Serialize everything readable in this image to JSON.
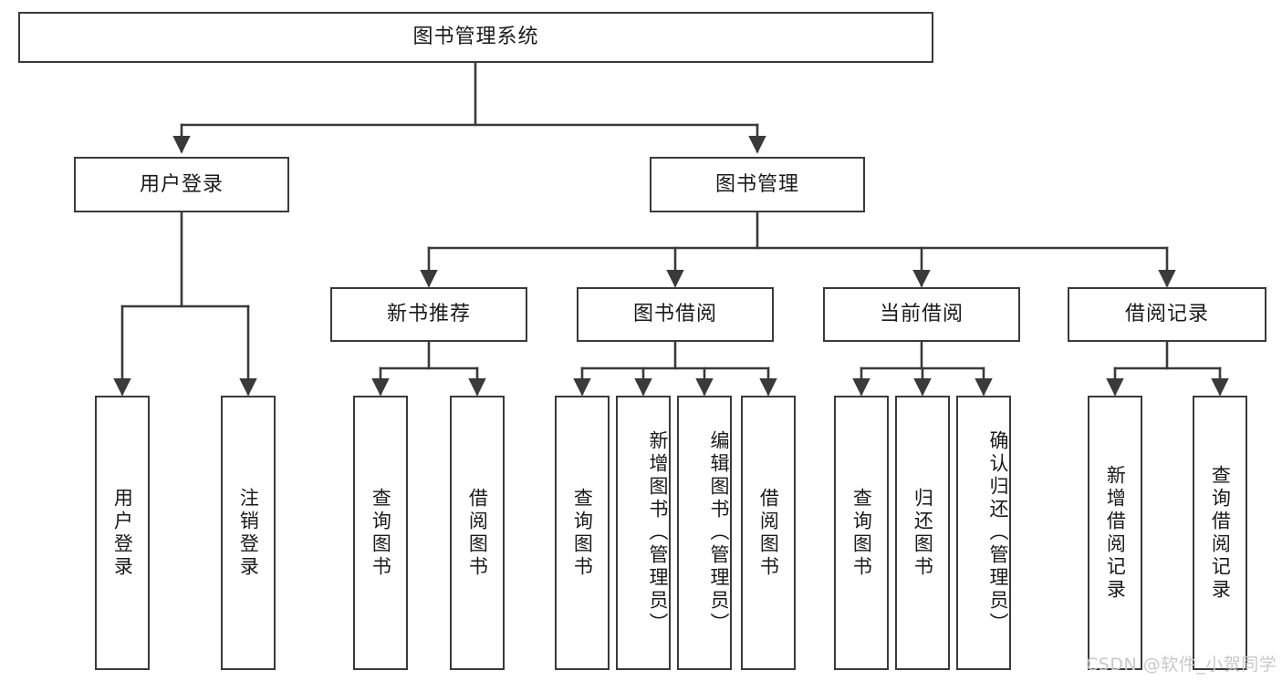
{
  "diagram": {
    "title_node": {
      "label": "图书管理系统"
    },
    "level2": [
      {
        "id": "user-login",
        "label": "用户登录"
      },
      {
        "id": "book-manage",
        "label": "图书管理"
      }
    ],
    "level3": [
      {
        "id": "new-book-recommend",
        "label": "新书推荐"
      },
      {
        "id": "book-borrow",
        "label": "图书借阅"
      },
      {
        "id": "current-borrow",
        "label": "当前借阅"
      },
      {
        "id": "borrow-record",
        "label": "借阅记录"
      }
    ],
    "leaves": {
      "user_login": [
        {
          "id": "leaf-user-login",
          "label": "用户登录"
        },
        {
          "id": "leaf-logout-login",
          "label": "注销登录"
        }
      ],
      "new_book_recommend": [
        {
          "id": "leaf-query-book-1",
          "label": "查询图书"
        },
        {
          "id": "leaf-borrow-book-1",
          "label": "借阅图书"
        }
      ],
      "book_borrow": [
        {
          "id": "leaf-query-book-2",
          "label": "查询图书"
        },
        {
          "id": "leaf-add-book",
          "label": "新增图书（管理员）"
        },
        {
          "id": "leaf-edit-book",
          "label": "编辑图书（管理员）"
        },
        {
          "id": "leaf-borrow-book-2",
          "label": "借阅图书"
        }
      ],
      "current_borrow": [
        {
          "id": "leaf-query-book-3",
          "label": "查询图书"
        },
        {
          "id": "leaf-return-book",
          "label": "归还图书"
        },
        {
          "id": "leaf-confirm-return",
          "label": "确认归还（管理员）"
        }
      ],
      "borrow_record": [
        {
          "id": "leaf-add-record",
          "label": "新增借阅记录"
        },
        {
          "id": "leaf-query-record",
          "label": "查询借阅记录"
        }
      ]
    }
  },
  "watermark": {
    "text": "CSDN @软件_小贺同学"
  },
  "colors": {
    "stroke": "#3a3a3a",
    "text": "#1a1a1a",
    "background": "#ffffff",
    "watermark": "#c9c9c9"
  }
}
